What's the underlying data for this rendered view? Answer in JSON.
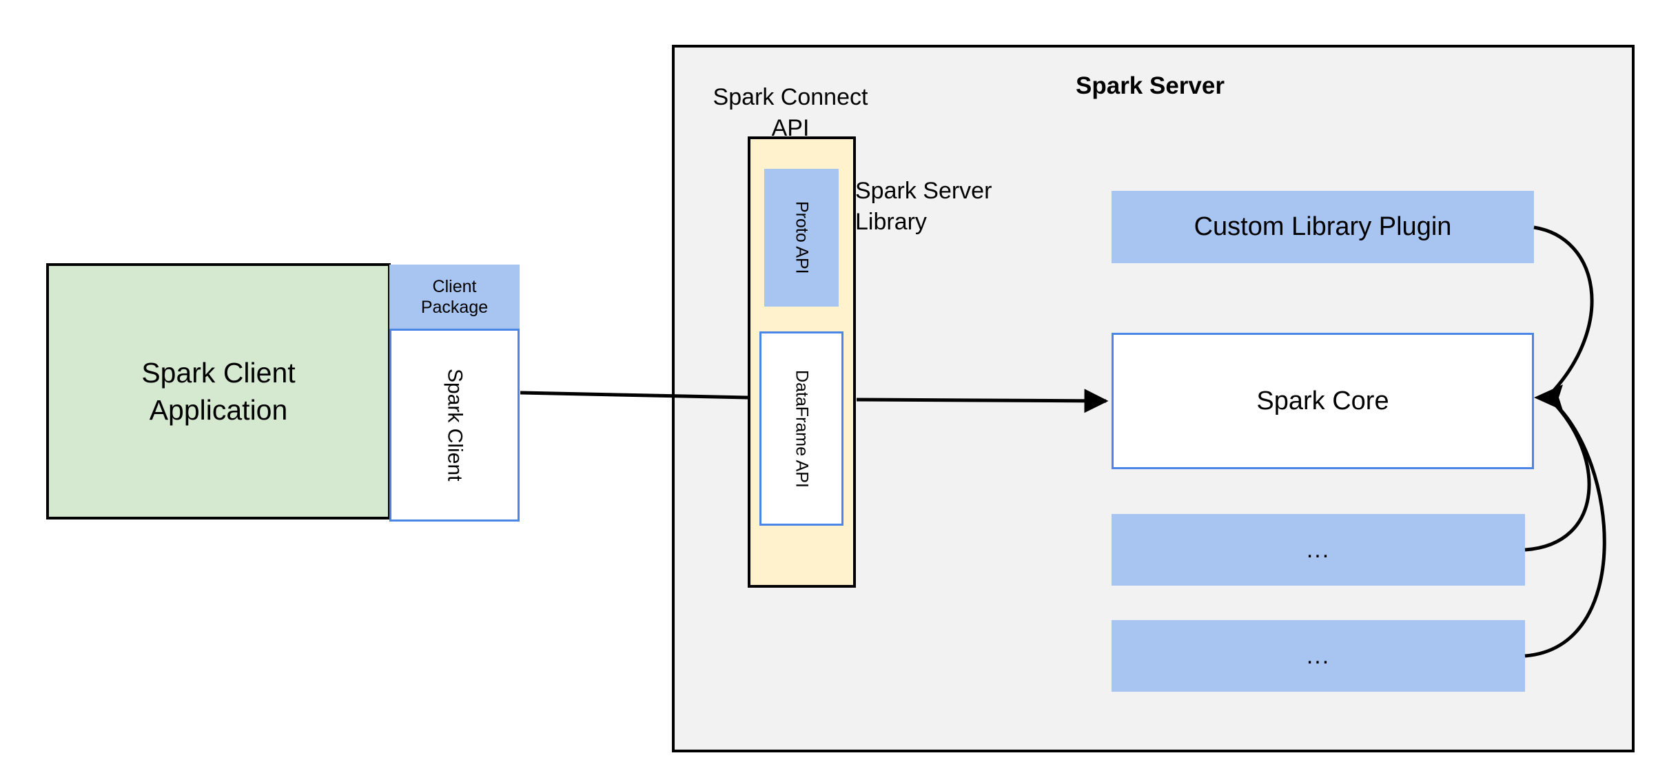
{
  "diagram": {
    "title": "Spark Connect architecture",
    "colors": {
      "green_fill": "#d5e8d0",
      "blue_fill": "#a8c4f0",
      "cream_fill": "#fff2cc",
      "server_fill": "#f2f2f2",
      "blue_border": "#4a86e8",
      "black_border": "#000000",
      "white_fill": "#ffffff"
    }
  },
  "client": {
    "application_label": "Spark Client\nApplication",
    "package_label": "Client\nPackage",
    "client_label": "Spark Client"
  },
  "server": {
    "title": "Spark Server",
    "connect_api_label": "Spark Connect\nAPI",
    "server_library_label": "Spark Server\nLibrary",
    "connect_api_items": [
      {
        "label": "Proto API",
        "style": "filled-blue"
      },
      {
        "label": "DataFrame API",
        "style": "white-blue-border"
      }
    ],
    "stack": [
      {
        "label": "Custom Library Plugin",
        "style": "filled-blue"
      },
      {
        "label": "Spark Core",
        "style": "white-blue-border"
      },
      {
        "label": "...",
        "style": "filled-blue"
      },
      {
        "label": "...",
        "style": "filled-blue"
      }
    ]
  }
}
